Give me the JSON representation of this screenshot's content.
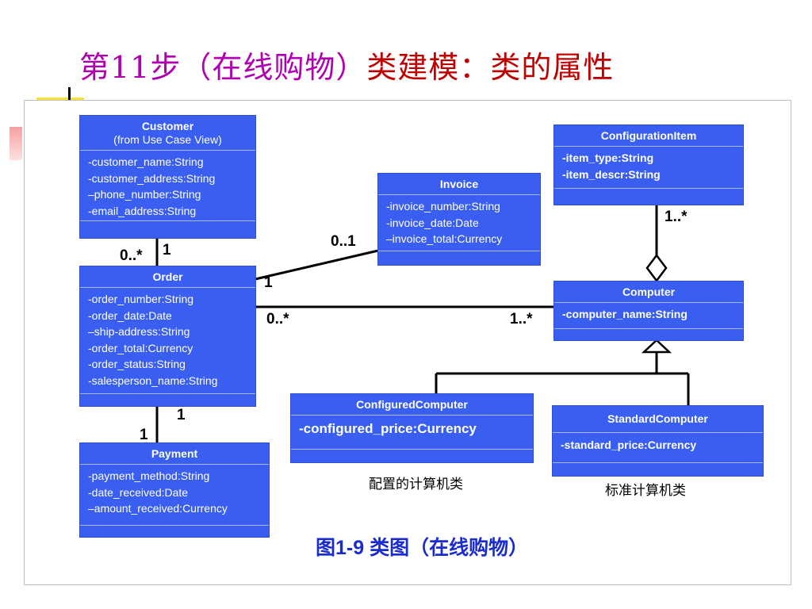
{
  "title": {
    "part1": "第11步（在线购物）",
    "part2": "类建模：类的属性"
  },
  "classes": {
    "customer": {
      "name": "Customer",
      "subtitle": "(from Use Case View)",
      "attributes": [
        "-customer_name:String",
        "-customer_address:String",
        "–phone_number:String",
        "-email_address:String"
      ]
    },
    "invoice": {
      "name": "Invoice",
      "attributes": [
        "-invoice_number:String",
        "-invoice_date:Date",
        "–invoice_total:Currency"
      ]
    },
    "configuration_item": {
      "name": "ConfigurationItem",
      "attributes": [
        "-item_type:String",
        "-item_descr:String"
      ]
    },
    "order": {
      "name": "Order",
      "attributes": [
        "-order_number:String",
        "-order_date:Date",
        "–ship-address:String",
        "-order_total:Currency",
        "-order_status:String",
        "-salesperson_name:String"
      ]
    },
    "computer": {
      "name": "Computer",
      "attributes": [
        "-computer_name:String"
      ]
    },
    "configured_computer": {
      "name": "ConfiguredComputer",
      "attributes": [
        "-configured_price:Currency"
      ]
    },
    "standard_computer": {
      "name": "StandardComputer",
      "attributes": [
        "-standard_price:Currency"
      ]
    },
    "payment": {
      "name": "Payment",
      "attributes": [
        "-payment_method:String",
        "-date_received:Date",
        "–amount_received:Currency"
      ]
    }
  },
  "multiplicities": {
    "customer_order_customer_side": "1",
    "customer_order_order_side": "0..*",
    "order_invoice_invoice_side": "0..1",
    "order_invoice_order_side": "1",
    "order_computer_order_side": "0..*",
    "order_computer_computer_side": "1..*",
    "computer_config_item": "1..*",
    "order_payment_order_side": "1",
    "order_payment_payment_side": "1"
  },
  "captions": {
    "configured_computer": "配置的计算机类",
    "standard_computer": "标准计算机类",
    "figure": "图1-9 类图（在线购物）"
  }
}
